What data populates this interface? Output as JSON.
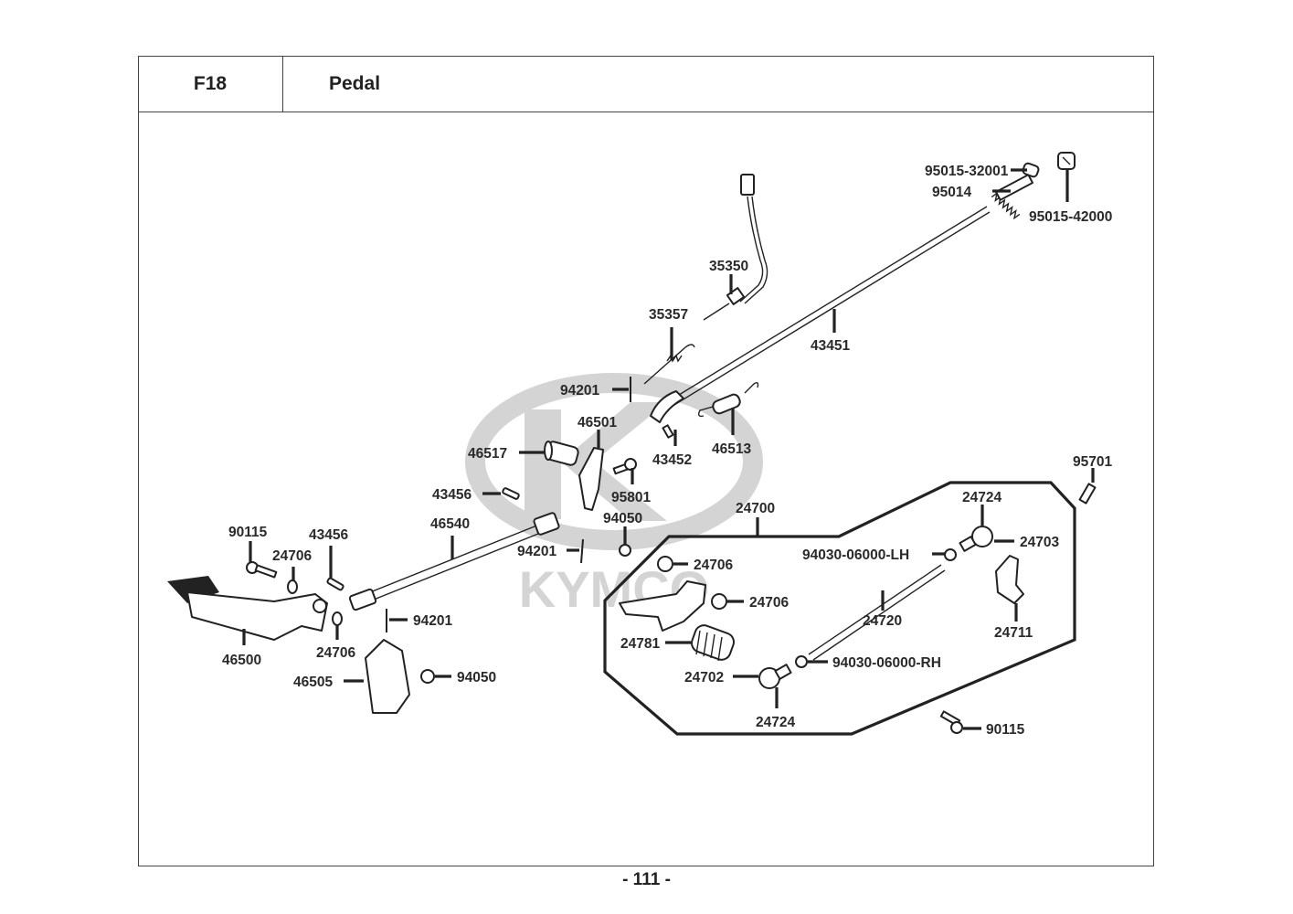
{
  "header": {
    "section_code": "F18",
    "section_title": "Pedal"
  },
  "watermark": {
    "brand_text": "KYMCO"
  },
  "footer": {
    "page_number": "- 111 -"
  },
  "assembly_group": {
    "part_number": "24700"
  },
  "parts": [
    {
      "id": "p95015_32001",
      "label": "95015-32001"
    },
    {
      "id": "p95014",
      "label": "95014"
    },
    {
      "id": "p95015_42000",
      "label": "95015-42000"
    },
    {
      "id": "p35350",
      "label": "35350"
    },
    {
      "id": "p35357",
      "label": "35357"
    },
    {
      "id": "p43451",
      "label": "43451"
    },
    {
      "id": "p94201_a",
      "label": "94201"
    },
    {
      "id": "p46501",
      "label": "46501"
    },
    {
      "id": "p46517",
      "label": "46517"
    },
    {
      "id": "p43452",
      "label": "43452"
    },
    {
      "id": "p46513",
      "label": "46513"
    },
    {
      "id": "p95801",
      "label": "95801"
    },
    {
      "id": "p43456_a",
      "label": "43456"
    },
    {
      "id": "p46540",
      "label": "46540"
    },
    {
      "id": "p94050_a",
      "label": "94050"
    },
    {
      "id": "p94201_b",
      "label": "94201"
    },
    {
      "id": "p90115_a",
      "label": "90115"
    },
    {
      "id": "p43456_b",
      "label": "43456"
    },
    {
      "id": "p24706_a",
      "label": "24706"
    },
    {
      "id": "p46500",
      "label": "46500"
    },
    {
      "id": "p24706_b",
      "label": "24706"
    },
    {
      "id": "p94201_c",
      "label": "94201"
    },
    {
      "id": "p46505",
      "label": "46505"
    },
    {
      "id": "p94050_b",
      "label": "94050"
    },
    {
      "id": "p24700",
      "label": "24700"
    },
    {
      "id": "p24706_c",
      "label": "24706"
    },
    {
      "id": "p24706_d",
      "label": "24706"
    },
    {
      "id": "p24781",
      "label": "24781"
    },
    {
      "id": "p24702",
      "label": "24702"
    },
    {
      "id": "p24724_a",
      "label": "24724"
    },
    {
      "id": "p24724_b",
      "label": "24724"
    },
    {
      "id": "p24703",
      "label": "24703"
    },
    {
      "id": "p94030_lh",
      "label": "94030-06000-LH"
    },
    {
      "id": "p24720",
      "label": "24720"
    },
    {
      "id": "p94030_rh",
      "label": "94030-06000-RH"
    },
    {
      "id": "p24711",
      "label": "24711"
    },
    {
      "id": "p95701",
      "label": "95701"
    },
    {
      "id": "p90115_b",
      "label": "90115"
    }
  ]
}
